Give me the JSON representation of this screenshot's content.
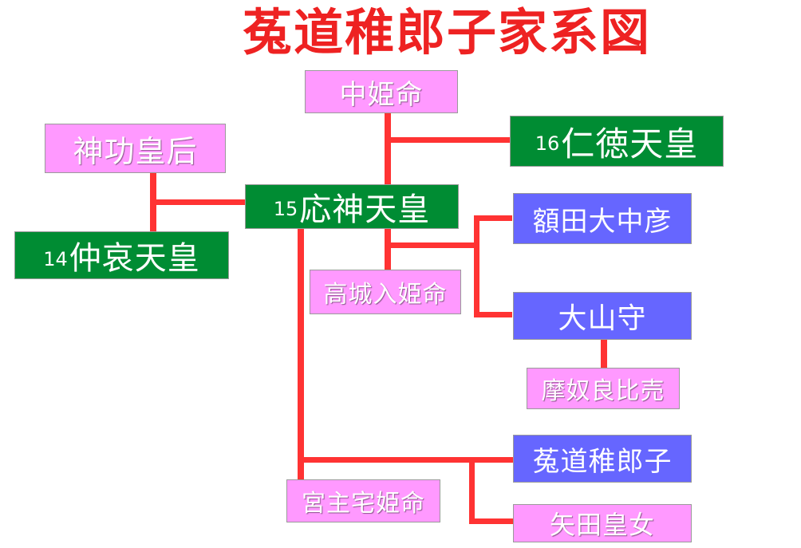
{
  "title": "菟道稚郎子家系図",
  "people": {
    "nakahime": {
      "name": "中姫命"
    },
    "nintoku": {
      "number": "16",
      "name": "仁徳天皇"
    },
    "jingu": {
      "name": "神功皇后"
    },
    "ojin": {
      "number": "15",
      "name": "応神天皇"
    },
    "chuai": {
      "number": "14",
      "name": "仲哀天皇"
    },
    "nukata": {
      "name": "額田大中彦"
    },
    "takaki": {
      "name": "高城入姫命"
    },
    "oyamamori": {
      "name": "大山守"
    },
    "mahime": {
      "name": "摩奴良比売"
    },
    "uji": {
      "name": "菟道稚郎子"
    },
    "miyanushi": {
      "name": "宮主宅姫命"
    },
    "yata": {
      "name": "矢田皇女"
    }
  },
  "colors": {
    "title": "#ee2222",
    "line": "#ff3333",
    "female_box": "#ff99ff",
    "emperor_box": "#008c33",
    "male_box": "#6666ff"
  }
}
